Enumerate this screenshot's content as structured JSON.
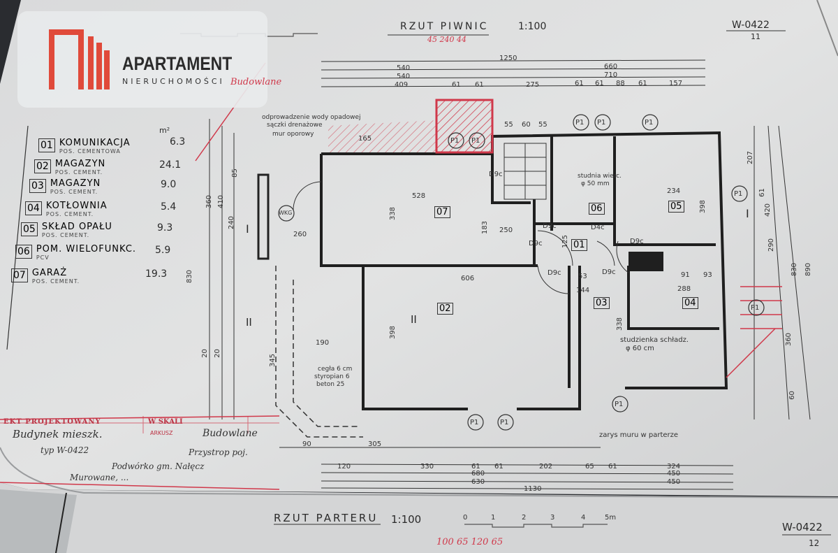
{
  "logo": {
    "name": "APARTAMENT",
    "tagline": "NIERUCHOMOŚCI",
    "color": "#e04a3a"
  },
  "sheet": {
    "title": "RZUT PIWNIC",
    "scale": "1:100",
    "sheet_code": "W-0422",
    "sheet_number": "11",
    "red_note_top": "45 240 44",
    "next_title": "RZUT PARTERU",
    "next_scale": "1:100",
    "next_sheet_code": "W-0422",
    "next_sheet_number": "12",
    "next_red_note": "100 65 120 65",
    "scale_ticks": [
      "0",
      "1",
      "2",
      "3",
      "4",
      "5m"
    ]
  },
  "legend": [
    {
      "code": "01",
      "name": "KOMUNIKACJA",
      "finish": "POS. CEMENTOWA",
      "area": "6.3"
    },
    {
      "code": "02",
      "name": "MAGAZYN",
      "finish": "POS. CEMENT.",
      "area": "24.1"
    },
    {
      "code": "03",
      "name": "MAGAZYN",
      "finish": "POS. CEMENT.",
      "area": "9.0"
    },
    {
      "code": "04",
      "name": "KOTŁOWNIA",
      "finish": "POS. CEMENT.",
      "area": "5.4"
    },
    {
      "code": "05",
      "name": "SKŁAD OPAŁU",
      "finish": "POS. CEMENT.",
      "area": "9.3"
    },
    {
      "code": "06",
      "name": "POM. WIELOFUNKC.",
      "finish": "PCV",
      "area": "5.9"
    },
    {
      "code": "07",
      "name": "GARAŻ",
      "finish": "POS. CEMENT.",
      "area": "19.3"
    }
  ],
  "legend_unit": "m²",
  "plan": {
    "rooms": [
      "07",
      "02",
      "01",
      "03",
      "04",
      "05",
      "06"
    ],
    "notes": {
      "drain": "odprowadzenie wody opadowej",
      "drain2": "sączki drenażowe",
      "wall": "mur oporowy",
      "well": "studnia wierc.",
      "well_d": "φ 50 mm",
      "cool_well": "studzienka schładz.",
      "cool_well_d": "φ 60 cm",
      "outline": "zarys muru w parterze",
      "layer1": "cegła 6 cm",
      "layer2": "styropian 6",
      "layer3": "beton 25",
      "wkg": "WKG"
    },
    "doors": [
      "D9c",
      "D9c",
      "D9c",
      "D9c",
      "D4c",
      "D9c",
      "D9c"
    ],
    "pillars": [
      "P1",
      "P1",
      "P1",
      "P1",
      "P1",
      "P1",
      "P1",
      "P1",
      "P1",
      "P1"
    ],
    "sections": [
      "I",
      "I",
      "II",
      "II"
    ],
    "top_dims": [
      "1250",
      "540",
      "660",
      "540",
      "710",
      "409",
      "61",
      "61",
      "275",
      "61",
      "61",
      "88",
      "61",
      "157"
    ],
    "inner_dims": [
      "528",
      "338",
      "183",
      "250",
      "260",
      "606",
      "398",
      "190",
      "53",
      "144",
      "234",
      "398",
      "288",
      "91",
      "93",
      "338",
      "125",
      "55",
      "60",
      "55",
      "165"
    ],
    "left_dims": [
      "830",
      "360",
      "410",
      "240",
      "85",
      "20",
      "345",
      "20"
    ],
    "right_dims": [
      "207",
      "61",
      "420",
      "290",
      "830",
      "890",
      "360",
      "60"
    ],
    "bottom_dims": [
      "90",
      "305",
      "120",
      "330",
      "61",
      "61",
      "202",
      "65",
      "61",
      "324",
      "680",
      "450",
      "630",
      "450",
      "1130"
    ]
  },
  "title_block": {
    "project_label": "EKT PROJEKTOWANY",
    "scale_label": "W SKALI",
    "sheet_label": "ARKUSZ",
    "hand1": "Budynek mieszk.",
    "hand2": "typ W-0422",
    "hand3": "Budowlane",
    "hand4": "Przystrop poj.",
    "hand5": "Podwórko gm. Nałęcz",
    "hand6": "Murowane, ...",
    "hand7": "Budowlane"
  }
}
